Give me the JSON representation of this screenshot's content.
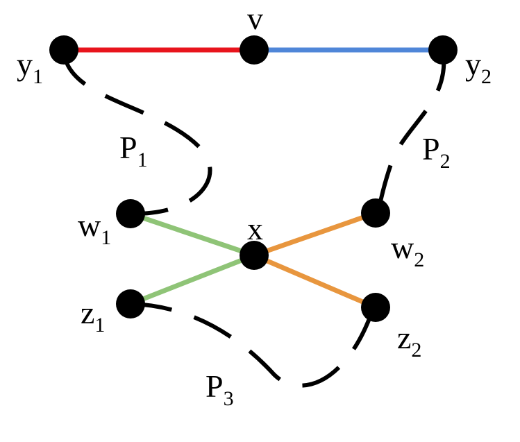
{
  "vertices": {
    "v": {
      "name": "v",
      "sub": ""
    },
    "y1": {
      "name": "y",
      "sub": "1"
    },
    "y2": {
      "name": "y",
      "sub": "2"
    },
    "w1": {
      "name": "w",
      "sub": "1"
    },
    "w2": {
      "name": "w",
      "sub": "2"
    },
    "x": {
      "name": "x",
      "sub": ""
    },
    "z1": {
      "name": "z",
      "sub": "1"
    },
    "z2": {
      "name": "z",
      "sub": "2"
    }
  },
  "paths": {
    "P1": {
      "name": "P",
      "sub": "1"
    },
    "P2": {
      "name": "P",
      "sub": "2"
    },
    "P3": {
      "name": "P",
      "sub": "3"
    }
  },
  "colors": {
    "edge_y1_v": "#e8141c",
    "edge_v_y2": "#4f86d8",
    "edge_w1_x": "#8fc477",
    "edge_z1_x": "#8fc477",
    "edge_x_w2": "#e8963e",
    "edge_x_z2": "#e8963e",
    "path": "#000000",
    "vertex": "#000000"
  }
}
